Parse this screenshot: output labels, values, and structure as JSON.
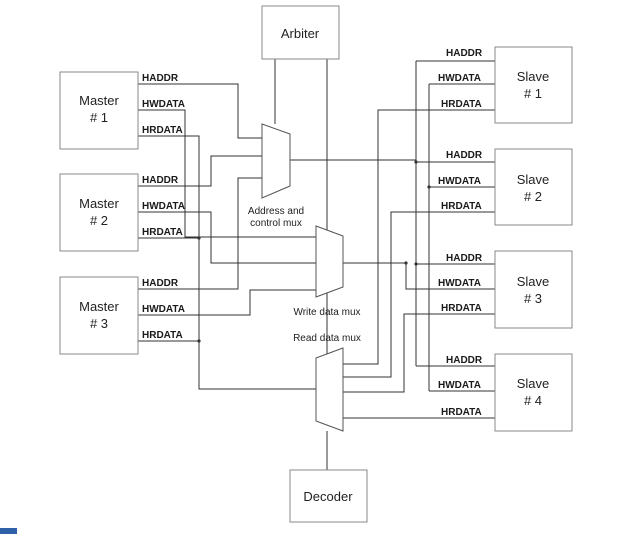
{
  "arbiter": "Arbiter",
  "decoder": "Decoder",
  "masters": [
    {
      "line1": "Master",
      "line2": "# 1"
    },
    {
      "line1": "Master",
      "line2": "# 2"
    },
    {
      "line1": "Master",
      "line2": "# 3"
    }
  ],
  "slaves": [
    {
      "line1": "Slave",
      "line2": "# 1"
    },
    {
      "line1": "Slave",
      "line2": "# 2"
    },
    {
      "line1": "Slave",
      "line2": "# 3"
    },
    {
      "line1": "Slave",
      "line2": "# 4"
    }
  ],
  "signals": {
    "haddr": "HADDR",
    "hwdata": "HWDATA",
    "hrdata": "HRDATA"
  },
  "mux_labels": {
    "address_line1": "Address and",
    "address_line2": "control mux",
    "write": "Write data mux",
    "read": "Read data mux"
  }
}
